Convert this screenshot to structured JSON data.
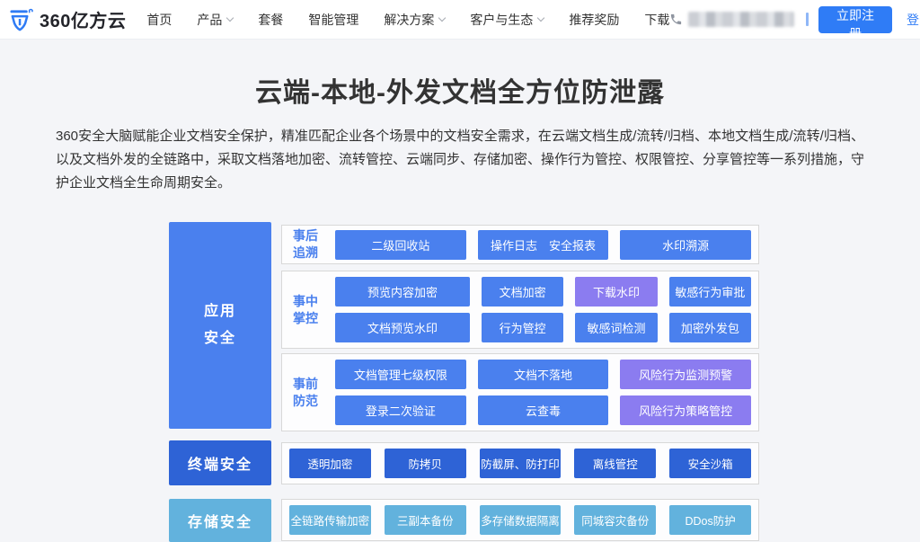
{
  "palette": {
    "header_bg": "#ffffff",
    "page_bg": "#f4f5f8",
    "primary_blue": "#2f7cf6",
    "block_blue": "#4a80ee",
    "block_deep_blue": "#2e63d6",
    "block_light_blue": "#62b2dd",
    "block_purple": "#8b7cf0",
    "group_border": "#d8d8d8",
    "label_blue": "#4a80ee"
  },
  "header": {
    "logo_text": "360亿方云",
    "nav": [
      {
        "label": "首页",
        "dropdown": false
      },
      {
        "label": "产品",
        "dropdown": true
      },
      {
        "label": "套餐",
        "dropdown": false
      },
      {
        "label": "智能管理",
        "dropdown": false
      },
      {
        "label": "解决方案",
        "dropdown": true
      },
      {
        "label": "客户与生态",
        "dropdown": true
      },
      {
        "label": "推荐奖励",
        "dropdown": false
      },
      {
        "label": "下载",
        "dropdown": false
      }
    ],
    "phone_number_masked": true,
    "register_label": "立即注册",
    "login_label": "登录"
  },
  "hero": {
    "title": "云端-本地-外发文档全方位防泄露",
    "description": "360安全大脑赋能企业文档安全保护，精准匹配企业各个场景中的文档安全需求，在云端文档生成/流转/归档、本地文档生成/流转/归档、以及文档外发的全链路中，采取文档落地加密、流转管控、云端同步、存储加密、操作行为管控、权限管控、分享管控等一系列措施，守护企业文档全生命周期安全。"
  },
  "diagram": {
    "left": [
      {
        "label": "应用安全"
      },
      {
        "label": "终端安全"
      },
      {
        "label": "存储安全"
      }
    ],
    "groups": [
      {
        "label": "事后追溯",
        "rows": [
          [
            "二级回收站",
            "操作日志　安全报表",
            "水印溯源"
          ]
        ]
      },
      {
        "label": "事中掌控",
        "rows": [
          [
            "预览内容加密",
            "文档加密",
            "下载水印",
            "敏感行为审批"
          ],
          [
            "文档预览水印",
            "行为管控",
            "敏感词检测",
            "加密外发包"
          ]
        ]
      },
      {
        "label": "事前防范",
        "rows": [
          [
            "文档管理七级权限",
            "文档不落地",
            "风险行为监测预警"
          ],
          [
            "登录二次验证",
            "云查毒",
            "风险行为策略管控"
          ]
        ]
      },
      {
        "rows": [
          [
            "透明加密",
            "防拷贝",
            "防截屏、防打印",
            "离线管控",
            "安全沙箱"
          ]
        ]
      },
      {
        "rows": [
          [
            "全链路传输加密",
            "三副本备份",
            "多存储数据隔离",
            "同城容灾备份",
            "DDos防护"
          ]
        ]
      }
    ]
  }
}
